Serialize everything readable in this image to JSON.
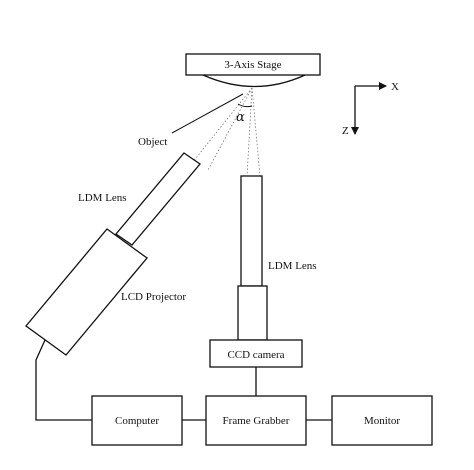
{
  "labels": {
    "stage": "3-Axis Stage",
    "object": "Object",
    "angle": "α",
    "axis_x": "X",
    "axis_z": "Z",
    "projector_lens": "LDM Lens",
    "projector": "LCD Projector",
    "camera_lens": "LDM Lens",
    "camera": "CCD camera",
    "computer": "Computer",
    "frame_grabber": "Frame Grabber",
    "monitor": "Monitor"
  }
}
